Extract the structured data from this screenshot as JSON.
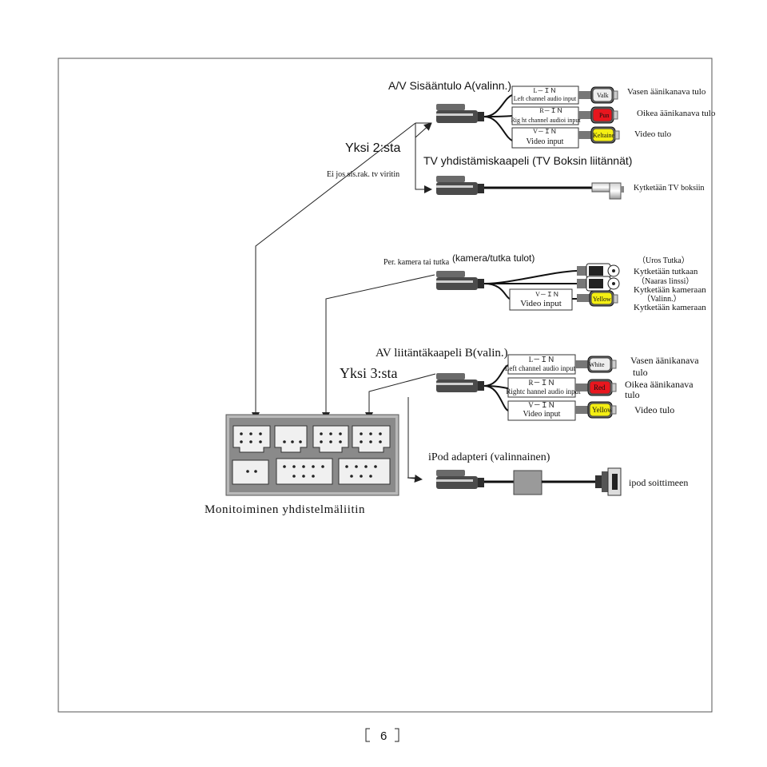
{
  "page_number": "6",
  "monitor": {
    "title": "Monitoiminen yhdistelmäliitin"
  },
  "branch_labels": {
    "yksi2": "Yksi 2:sta",
    "ei_jos": "Ei jos sis.rak. tv viritin",
    "yksi3": "Yksi 3:sta"
  },
  "av_a": {
    "title": "A/V Sisääntulo A(valinn.)",
    "rows": [
      {
        "code": "L－ＩＮ",
        "desc": "Left channel audio input",
        "plug": "Valk",
        "plug_color": "#eeeeee",
        "out": "Vasen äänikanava tulo"
      },
      {
        "code": "R－ＩＮ",
        "desc": "Rig ht channel audioi input",
        "plug": "Pun",
        "plug_color": "#e8161e",
        "out": "Oikea äänikanava tulo"
      },
      {
        "code": "V－ＩＮ",
        "desc": "Video input",
        "plug": "Keltainen",
        "plug_color": "#f4ee13",
        "out": "Video tulo"
      }
    ]
  },
  "tv": {
    "title": "TV yhdistämiskaapeli (TV Boksin liitännät)",
    "out": "Kytketään TV boksiin"
  },
  "camera": {
    "prefix": "Per. kamera tai tutka",
    "title": "(kamera/tutka tulot)",
    "code": "V－ＩＮ",
    "desc": "Video input",
    "plug": "Yellow",
    "plug_color": "#f4ee13",
    "notes": [
      "（Uros Tutka）",
      "Kytketään tutkaan",
      "（Naaras linssi）",
      "Kytketään kameraan",
      "（Valinn.）",
      "Kytketään kameraan"
    ]
  },
  "av_b": {
    "title": "AV liitäntäkaapeli B(valin.)",
    "rows": [
      {
        "code": "L－ＩＮ",
        "desc": "Left channel audio input",
        "plug": "White",
        "plug_color": "#eeeeee",
        "out1": "Vasen äänikanava",
        "out2": "tulo"
      },
      {
        "code": "R－ＩＮ",
        "desc": "Rightc hannel audio input",
        "plug": "Red",
        "plug_color": "#e8161e",
        "out1": "Oikea äänikanava",
        "out2": "tulo"
      },
      {
        "code": "V－ＩＮ",
        "desc": "Video input",
        "plug": "Yellow",
        "plug_color": "#f4ee13",
        "out1": "Video  tulo",
        "out2": ""
      }
    ]
  },
  "ipod": {
    "title": "iPod adapteri (valinnainen)",
    "out": "ipod soittimeen"
  }
}
